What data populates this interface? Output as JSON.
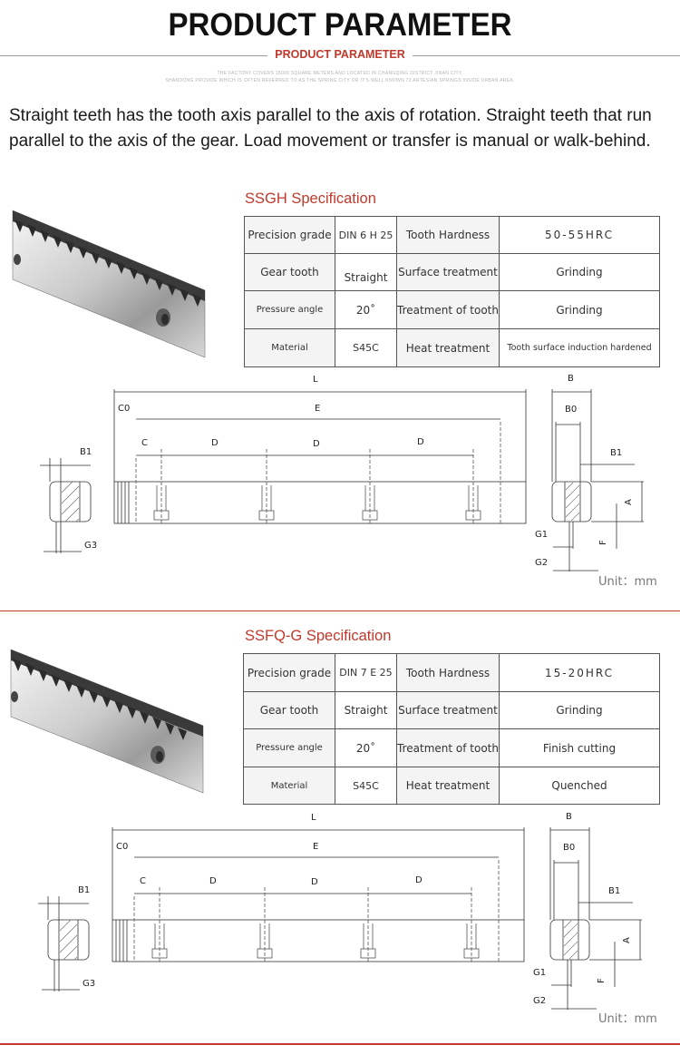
{
  "header": {
    "title": "PRODUCT PARAMETER",
    "subtitle": "PRODUCT PARAMETER",
    "fine_line_1": "THE FACTORY COVERS 15000 SQUARE METERS AND LOCATED IN CHANGQING DISTRICT JINAN CITY,",
    "fine_line_2": "SHANDONG PROVIDE WHICH IS OFTEN REFERRED TO AS THE SPRING CITY OR IT'S WELL KNOWN 72 ARTESIAN SPRINGS INSIDE URBAN AREA."
  },
  "intro_text": "Straight teeth has the tooth axis parallel to the axis of rotation. Straight teeth that run parallel to the axis of the gear. Load movement or transfer is manual or walk-behind.",
  "sections": [
    {
      "title": "SSGH Specification",
      "rows": [
        {
          "label1": "Precision grade",
          "value1": "DIN 6 H 25",
          "label2": "Tooth  Hardness",
          "value2": "50-55HRC"
        },
        {
          "label1": "Gear tooth",
          "value1": "Straight",
          "label2": "Surface treatment",
          "value2": "Grinding"
        },
        {
          "label1": "Pressure angle",
          "value1": "20˚",
          "label2": "Treatment of tooth",
          "value2": "Grinding"
        },
        {
          "label1": "Material",
          "value1": "S45C",
          "label2": "Heat treatment",
          "value2": "Tooth surface induction hardened"
        }
      ],
      "unit": "Unit：mm"
    },
    {
      "title": "SSFQ-G Specification",
      "rows": [
        {
          "label1": "Precision grade",
          "value1": "DIN 7 E 25",
          "label2": "Tooth  Hardness",
          "value2": "15-20HRC"
        },
        {
          "label1": "Gear tooth",
          "value1": "Straight",
          "label2": "Surface treatment",
          "value2": "Grinding"
        },
        {
          "label1": "Pressure angle",
          "value1": "20˚",
          "label2": "Treatment of tooth",
          "value2": "Finish cutting"
        },
        {
          "label1": "Material",
          "value1": "S45C",
          "label2": "Heat treatment",
          "value2": "Quenched"
        }
      ],
      "unit": "Unit：mm"
    }
  ],
  "drawing_labels": {
    "L": "L",
    "E": "E",
    "C0": "C0",
    "C": "C",
    "D": "D",
    "B": "B",
    "B0": "B0",
    "B1": "B1",
    "A": "A",
    "F": "F",
    "G1": "G1",
    "G2": "G2",
    "G3": "G3"
  },
  "colors": {
    "accent": "#c0392b",
    "text": "#222222",
    "line": "#555555"
  }
}
